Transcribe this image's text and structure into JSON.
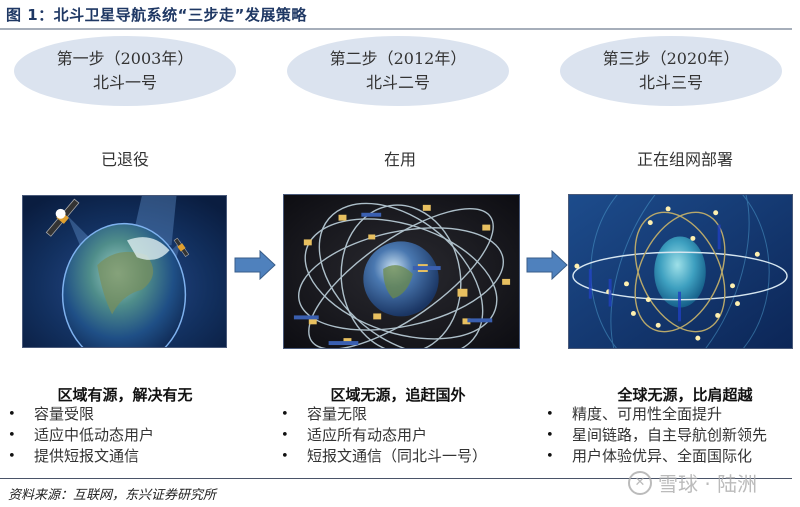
{
  "figure": {
    "title": "图 1：北斗卫星导航系统“三步走”发展策略"
  },
  "stages": [
    {
      "step": "第一步（2003年）",
      "name": "北斗一号",
      "status": "已退役",
      "image": "satellite-regional-coverage",
      "heading": "区域有源，解决有无",
      "bullets": [
        "容量受限",
        "适应中低动态用户",
        "提供短报文通信"
      ]
    },
    {
      "step": "第二步（2012年）",
      "name": "北斗二号",
      "status": "在用",
      "image": "satellite-constellation-orbits",
      "heading": "区域无源，追赶国外",
      "bullets": [
        "容量无限",
        "适应所有动态用户",
        "短报文通信（同北斗一号）"
      ]
    },
    {
      "step": "第三步（2020年）",
      "name": "北斗三号",
      "status": "正在组网部署",
      "image": "global-satellite-network",
      "heading": "全球无源，比肩超越",
      "bullets": [
        "精度、可用性全面提升",
        "星间链路，自主导航创新领先",
        "用户体验优异、全面国际化"
      ]
    }
  ],
  "arrows": [
    "right-arrow-icon",
    "right-arrow-icon"
  ],
  "bullet_symbol": "•",
  "source": "资料来源：互联网，东兴证券研究所",
  "watermark": {
    "icon": "snowball-logo-icon",
    "text": "雪球 · 陆洲"
  },
  "colors": {
    "title": "#1f3864",
    "ellipse_fill": "#dbe3ef",
    "arrow_fill": "#4f81bd",
    "rule": "#a6aeba"
  }
}
